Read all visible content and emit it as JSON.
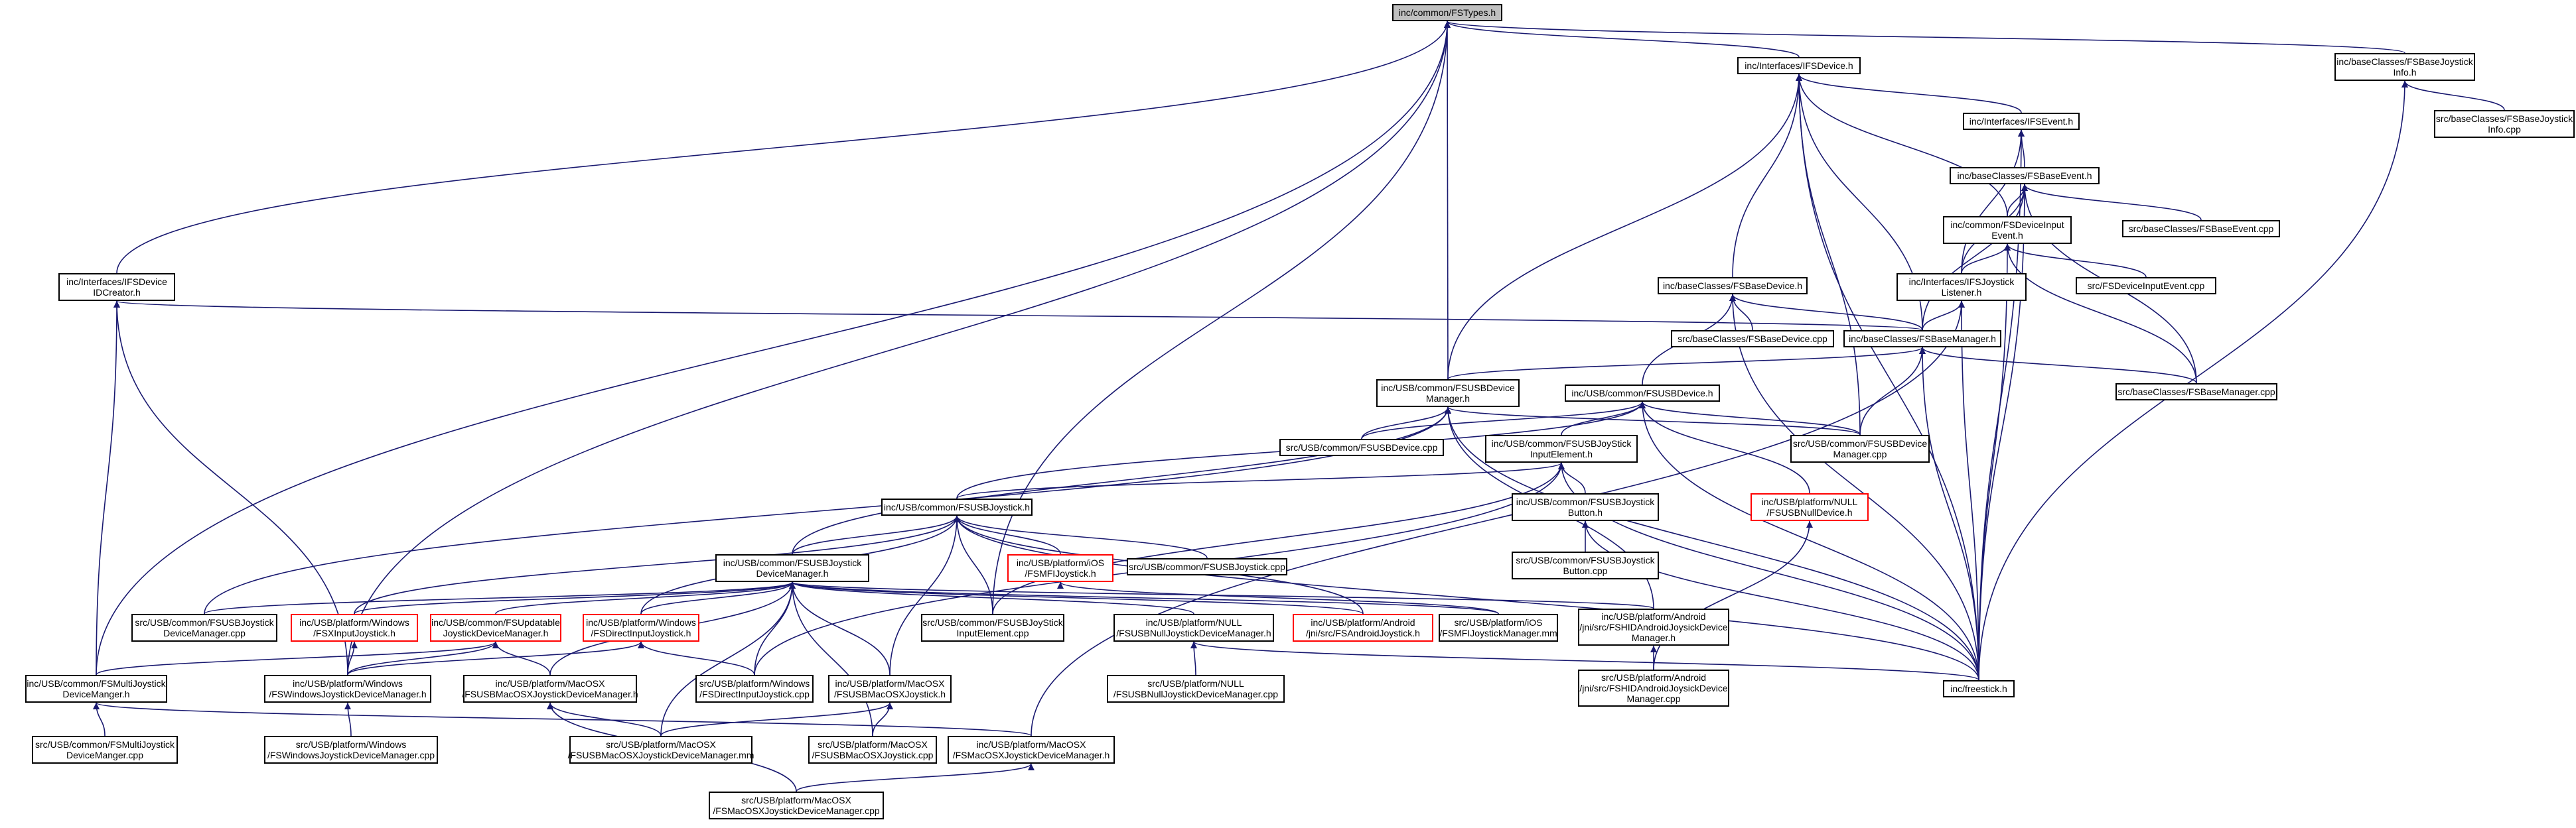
{
  "colors": {
    "edge": "#191970",
    "border": "#000000",
    "root_fill": "#bfbfbf",
    "missing_border": "#ff0000"
  },
  "nodes": {
    "fstypes": "inc/common/FSTypes.h",
    "ifsdevice": "inc/Interfaces/IFSDevice.h",
    "bjinfo_h": "inc/baseClasses/FSBaseJoystick\nInfo.h",
    "bjinfo_cpp": "src/baseClasses/FSBaseJoystick\nInfo.cpp",
    "ifsevent": "inc/Interfaces/IFSEvent.h",
    "bevent_h": "inc/baseClasses/FSBaseEvent.h",
    "bevent_cpp": "src/baseClasses/FSBaseEvent.cpp",
    "devinput_h": "inc/common/FSDeviceInput\nEvent.h",
    "devinput_cpp": "src/FSDeviceInputEvent.cpp",
    "ifsjl": "inc/Interfaces/IFSJoystick\nListener.h",
    "ifsdc": "inc/Interfaces/IFSDevice\nIDCreator.h",
    "bdevice_h": "inc/baseClasses/FSBaseDevice.h",
    "bdevice_cpp": "src/baseClasses/FSBaseDevice.cpp",
    "bmanager_h": "inc/baseClasses/FSBaseManager.h",
    "bmanager_cpp": "src/baseClasses/FSBaseManager.cpp",
    "usbdm_h": "inc/USB/common/FSUSBDevice\nManager.h",
    "usbdev_h": "inc/USB/common/FSUSBDevice.h",
    "usbdev_cpp": "src/USB/common/FSUSBDevice.cpp",
    "usbjsie_h": "inc/USB/common/FSUSBJoyStick\nInputElement.h",
    "usbdm_cpp": "src/USB/common/FSUSBDevice\nManager.cpp",
    "usbjs_h": "inc/USB/common/FSUSBJoystick.h",
    "usbjb_h": "inc/USB/common/FSUSBJoystick\nButton.h",
    "nulldev_h": "inc/USB/platform/NULL\n/FSUSBNullDevice.h",
    "usbjb_cpp": "src/USB/common/FSUSBJoystick\nButton.cpp",
    "ios_h": "inc/USB/platform/iOS\n/FSMFIJoystick.h",
    "usbjs_cpp": "src/USB/common/FSUSBJoystick.cpp",
    "usbjdm_h": "inc/USB/common/FSUSBJoystick\nDeviceManager.h",
    "usbjdm_cpp": "src/USB/common/FSUSBJoystick\nDeviceManager.cpp",
    "winxinput_h": "inc/USB/platform/Windows\n/FSXInputJoystick.h",
    "upd_h": "inc/USB/common/FSUpdatable\nJoystickDeviceManager.h",
    "windi_h": "inc/USB/platform/Windows\n/FSDirectInputJoystick.h",
    "usbjsie_cpp": "src/USB/common/FSUSBJoyStick\nInputElement.cpp",
    "nulljdm_h": "inc/USB/platform/NULL\n/FSUSBNullJoystickDeviceManager.h",
    "androidjs_h": "inc/USB/platform/Android\n/jni/src/FSAndroidJoystick.h",
    "iosmgr_mm": "src/USB/platform/iOS\n/FSMFIJoystickManager.mm",
    "androidhid_h": "inc/USB/platform/Android\n/jni/src/FSHIDAndroidJoysickDevice\nManager.h",
    "mjdm_h": "inc/USB/common/FSMultiJoystick\nDeviceManger.h",
    "winjdm_h": "inc/USB/platform/Windows\n/FSWindowsJoystickDeviceManager.h",
    "macjdm_h": "inc/USB/platform/MacOSX\n/FSUSBMacOSXJoystickDeviceManager.h",
    "windi_cpp": "src/USB/platform/Windows\n/FSDirectInputJoystick.cpp",
    "macjs_h": "inc/USB/platform/MacOSX\n/FSUSBMacOSXJoystick.h",
    "nulljdm_cpp": "src/USB/platform/NULL\n/FSUSBNullJoystickDeviceManager.cpp",
    "androidhid_cpp": "src/USB/platform/Android\n/jni/src/FSHIDAndroidJoysickDevice\nManager.cpp",
    "freestick": "inc/freestick.h",
    "mjdm_cpp": "src/USB/common/FSMultiJoystick\nDeviceManger.cpp",
    "winjdm_cpp": "src/USB/platform/Windows\n/FSWindowsJoystickDeviceManager.cpp",
    "macjdm_mm": "src/USB/platform/MacOSX\n/FSUSBMacOSXJoystickDeviceManager.mm",
    "macjs_cpp": "src/USB/platform/MacOSX\n/FSUSBMacOSXJoystick.cpp",
    "macosxjdm_h": "inc/USB/platform/MacOSX\n/FSMacOSXJoystickDeviceManager.h",
    "macosxjdm_cpp": "src/USB/platform/MacOSX\n/FSMacOSXJoystickDeviceManager.cpp"
  }
}
